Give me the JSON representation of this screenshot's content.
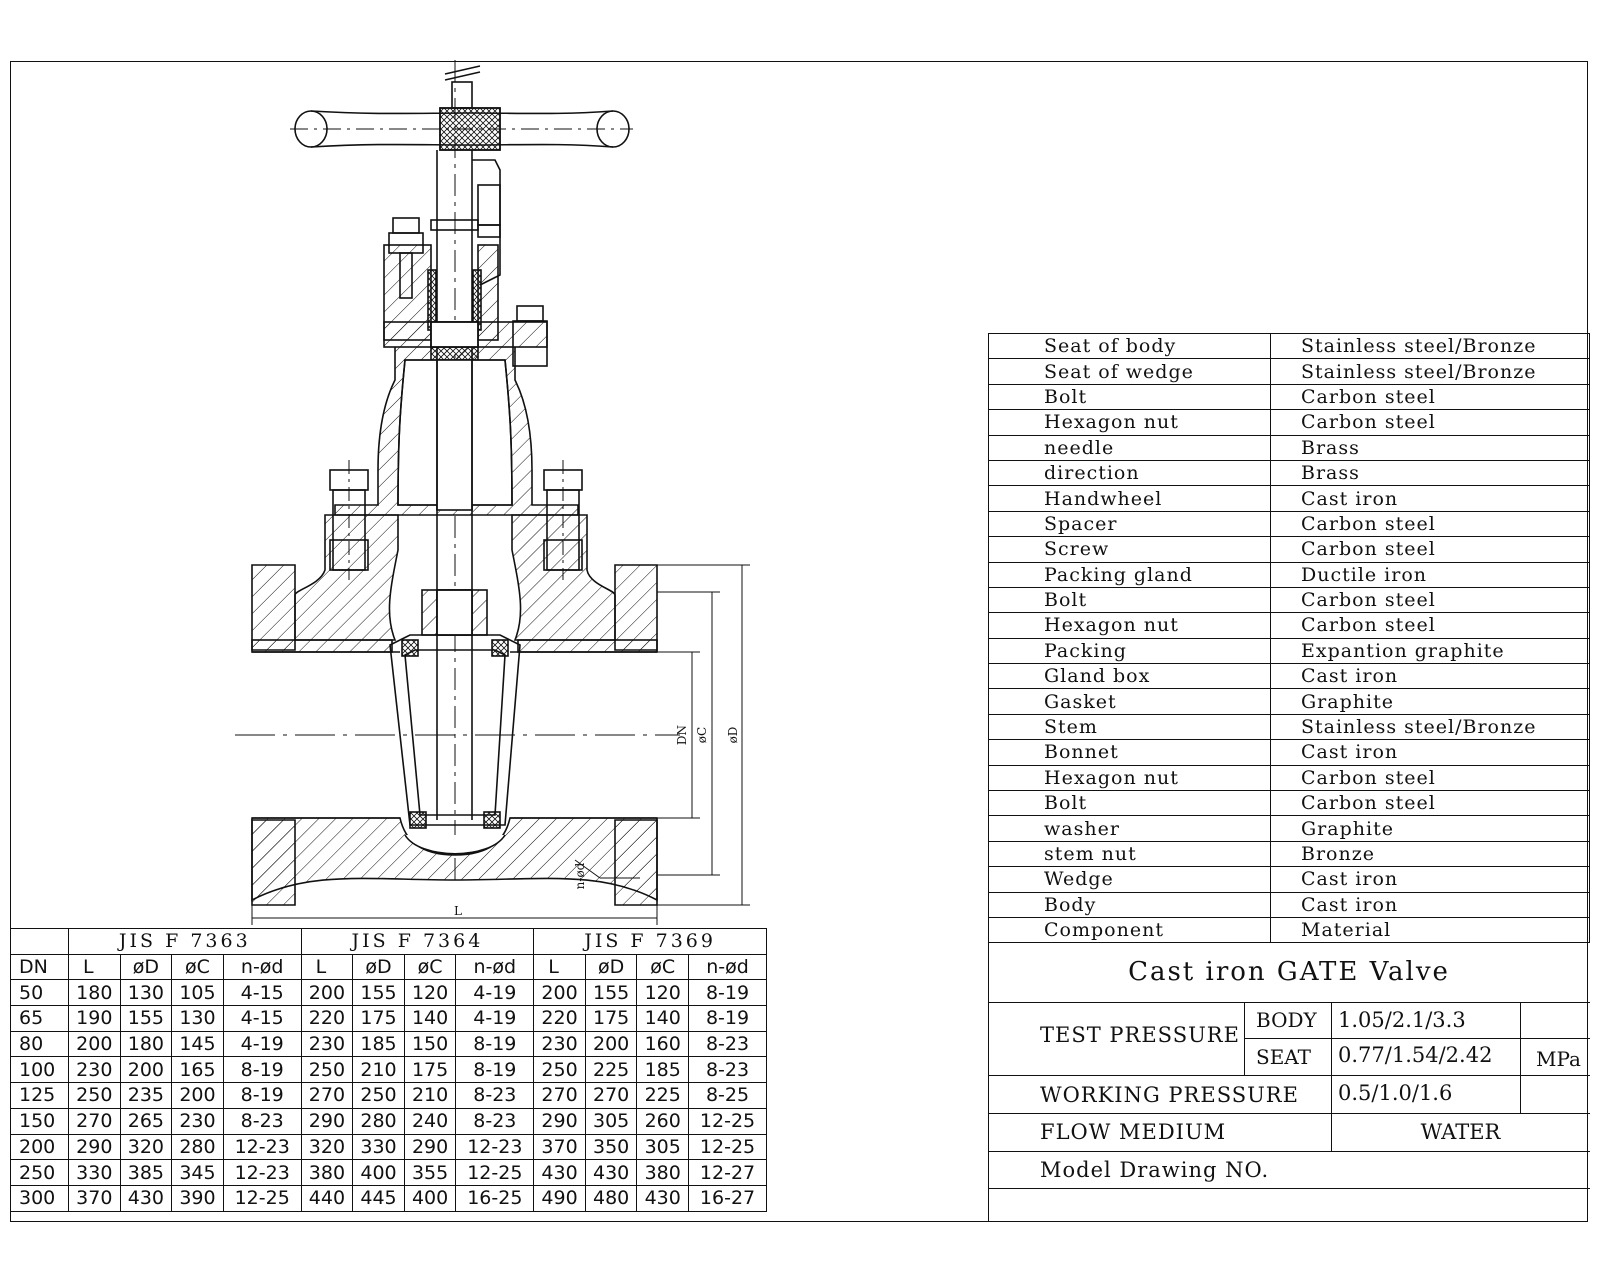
{
  "drawing": {
    "dimension_labels": {
      "dn": "DN",
      "c": "øC",
      "d": "øD",
      "l": "L",
      "nd": "n-ød"
    }
  },
  "bom": [
    {
      "component": "Seat  of  body",
      "material": "Stainless  steel/Bronze"
    },
    {
      "component": "Seat  of  wedge",
      "material": "Stainless  steel/Bronze"
    },
    {
      "component": "Bolt",
      "material": "Carbon  steel"
    },
    {
      "component": "Hexagon  nut",
      "material": "Carbon  steel"
    },
    {
      "component": "needle",
      "material": "Brass"
    },
    {
      "component": "direction",
      "material": "Brass"
    },
    {
      "component": "Handwheel",
      "material": "Cast  iron"
    },
    {
      "component": "Spacer",
      "material": "Carbon  steel"
    },
    {
      "component": "Screw",
      "material": "Carbon  steel"
    },
    {
      "component": "Packing  gland",
      "material": "Ductile  iron"
    },
    {
      "component": "Bolt",
      "material": "Carbon  steel"
    },
    {
      "component": "Hexagon  nut",
      "material": "Carbon  steel"
    },
    {
      "component": "Packing",
      "material": "Expantion  graphite"
    },
    {
      "component": "Gland  box",
      "material": "Cast  iron"
    },
    {
      "component": "Gasket",
      "material": "Graphite"
    },
    {
      "component": "Stem",
      "material": "Stainless  steel/Bronze"
    },
    {
      "component": "Bonnet",
      "material": "Cast  iron"
    },
    {
      "component": "Hexagon  nut",
      "material": "Carbon  steel"
    },
    {
      "component": "Bolt",
      "material": "Carbon  steel"
    },
    {
      "component": " washer",
      "material": "Graphite"
    },
    {
      "component": "stem  nut",
      "material": "Bronze"
    },
    {
      "component": "Wedge",
      "material": "Cast  iron"
    },
    {
      "component": "Body",
      "material": "Cast  iron"
    },
    {
      "component": "Component",
      "material": "Material"
    }
  ],
  "title_block": {
    "title": "Cast  iron  GATE  Valve",
    "test_pressure_label": "TEST  PRESSURE",
    "body_label": "BODY",
    "body_value": "1.05/2.1/3.3",
    "seat_label": "SEAT",
    "seat_value": "0.77/1.54/2.42",
    "unit": "MPa",
    "working_pressure_label": "WORKING  PRESSURE",
    "working_pressure_value": "0.5/1.0/1.6",
    "flow_medium_label": "FLOW  MEDIUM",
    "flow_medium_value": "WATER",
    "model_drawing_label": "Model  Drawing  NO."
  },
  "dimension_table": {
    "standards": [
      "JIS  F  7363",
      "JIS  F  7364",
      "JIS  F  7369"
    ],
    "first_header": "DN",
    "sub_headers": [
      "L",
      "øD",
      "øC",
      "n-ød"
    ],
    "rows": [
      [
        "50",
        "180",
        "130",
        "105",
        "4-15",
        "200",
        "155",
        "120",
        "4-19",
        "200",
        "155",
        "120",
        "8-19"
      ],
      [
        "65",
        "190",
        "155",
        "130",
        "4-15",
        "220",
        "175",
        "140",
        "4-19",
        "220",
        "175",
        "140",
        "8-19"
      ],
      [
        "80",
        "200",
        "180",
        "145",
        "4-19",
        "230",
        "185",
        "150",
        "8-19",
        "230",
        "200",
        "160",
        "8-23"
      ],
      [
        "100",
        "230",
        "200",
        "165",
        "8-19",
        "250",
        "210",
        "175",
        "8-19",
        "250",
        "225",
        "185",
        "8-23"
      ],
      [
        "125",
        "250",
        "235",
        "200",
        "8-19",
        "270",
        "250",
        "210",
        "8-23",
        "270",
        "270",
        "225",
        "8-25"
      ],
      [
        "150",
        "270",
        "265",
        "230",
        "8-23",
        "290",
        "280",
        "240",
        "8-23",
        "290",
        "305",
        "260",
        "12-25"
      ],
      [
        "200",
        "290",
        "320",
        "280",
        "12-23",
        "320",
        "330",
        "290",
        "12-23",
        "370",
        "350",
        "305",
        "12-25"
      ],
      [
        "250",
        "330",
        "385",
        "345",
        "12-23",
        "380",
        "400",
        "355",
        "12-25",
        "430",
        "430",
        "380",
        "12-27"
      ],
      [
        "300",
        "370",
        "430",
        "390",
        "12-25",
        "440",
        "445",
        "400",
        "16-25",
        "490",
        "480",
        "430",
        "16-27"
      ]
    ]
  }
}
